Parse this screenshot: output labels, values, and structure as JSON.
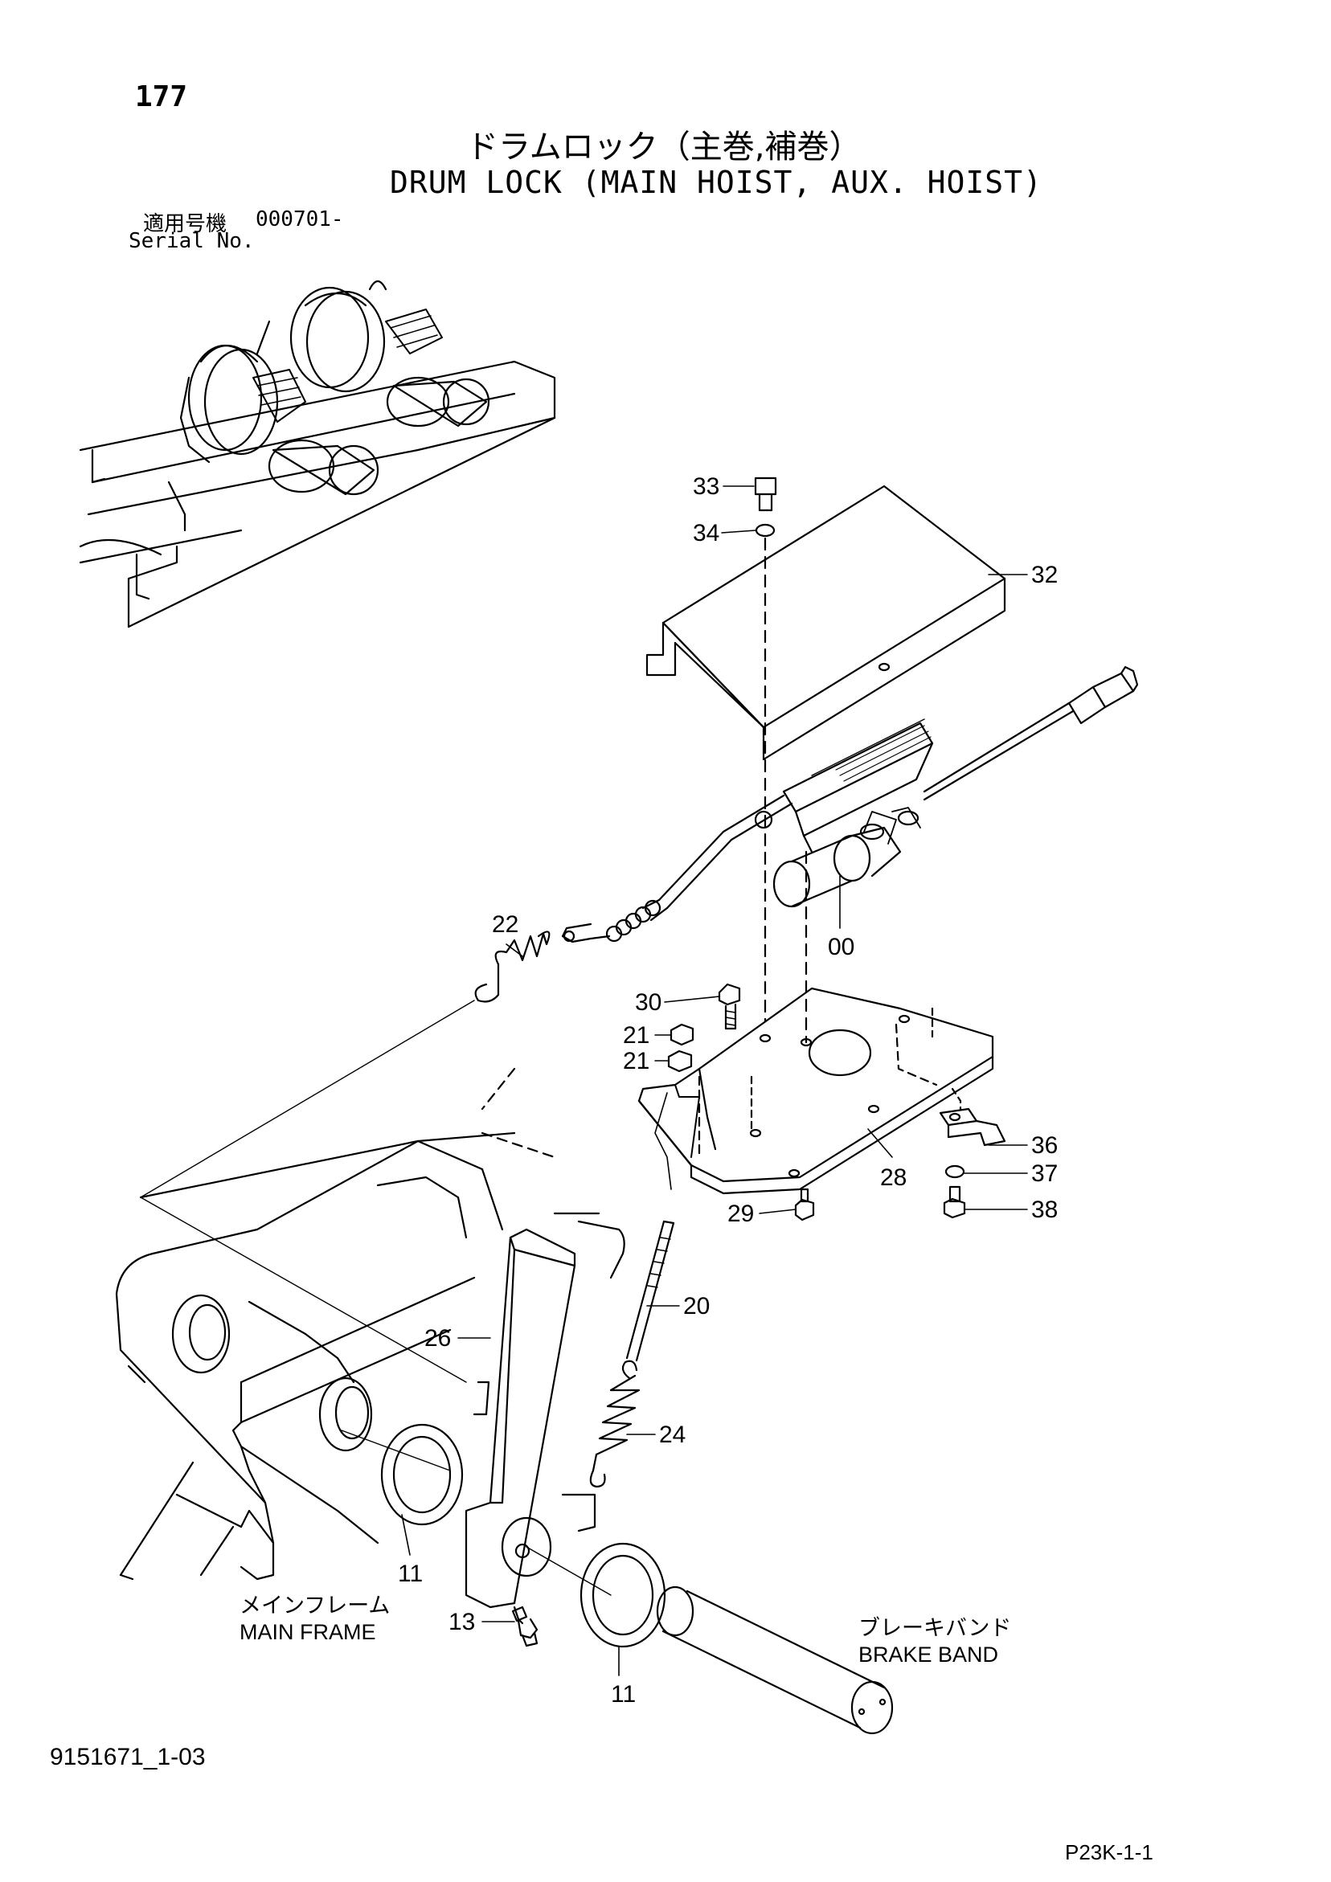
{
  "page_number": "177",
  "title_ja": "ドラムロック（主巻,補巻）",
  "title_en": "DRUM LOCK (MAIN HOIST, AUX. HOIST)",
  "serial": {
    "label_ja": "適用号機",
    "code": "000701-",
    "label_en": "Serial No."
  },
  "callouts": {
    "c33": "33",
    "c34": "34",
    "c32": "32",
    "c00": "00",
    "c22": "22",
    "c30": "30",
    "c21a": "21",
    "c21b": "21",
    "c28": "28",
    "c29": "29",
    "c36": "36",
    "c37": "37",
    "c38": "38",
    "c20": "20",
    "c26": "26",
    "c24": "24",
    "c11a": "11",
    "c11b": "11",
    "c13": "13"
  },
  "labels": {
    "main_frame_ja": "メインフレーム",
    "main_frame_en": "MAIN FRAME",
    "brake_band_ja": "ブレーキバンド",
    "brake_band_en": "BRAKE BAND"
  },
  "footer": {
    "doc_code": "9151671_1-03",
    "page_ref": "P23K-1-1"
  }
}
